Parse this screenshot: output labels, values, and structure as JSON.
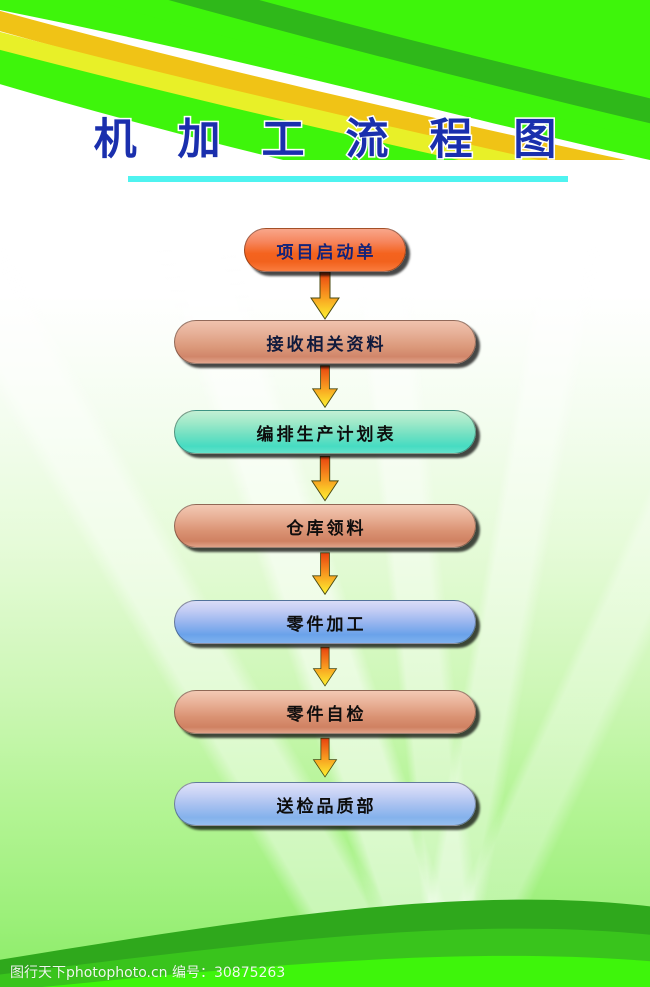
{
  "poster": {
    "title": "机 加 工 流 程 图",
    "title_color": "#1a2fad",
    "rule_color": "#4ff3f0",
    "background_top_color": "#ffffff",
    "background_bottom_color": "#8aec66",
    "header_band_colors": [
      "#3ef50b",
      "#2fb81a",
      "#f0c316",
      "#e8f028",
      "#3ef50b"
    ],
    "footer_band_colors": [
      "#2fa81c",
      "#49d11f",
      "#3ef50b"
    ]
  },
  "flow": {
    "arrow_gradient_top": "#e8420f",
    "arrow_gradient_bottom": "#fdf330",
    "steps": [
      {
        "label": "项目启动单",
        "style": "orange"
      },
      {
        "label": "接收相关资料",
        "style": "salmon"
      },
      {
        "label": "编排生产计划表",
        "style": "mint"
      },
      {
        "label": "仓库领料",
        "style": "salmon2"
      },
      {
        "label": "零件加工",
        "style": "blue"
      },
      {
        "label": "零件自检",
        "style": "salmon2"
      },
      {
        "label": "送检品质部",
        "style": "blue2"
      }
    ]
  },
  "watermark": {
    "text": "图行天下photophoto.cn  编号：30875263",
    "site": "photophoto.cn",
    "id_label": "编号",
    "id_value": "30875263"
  }
}
